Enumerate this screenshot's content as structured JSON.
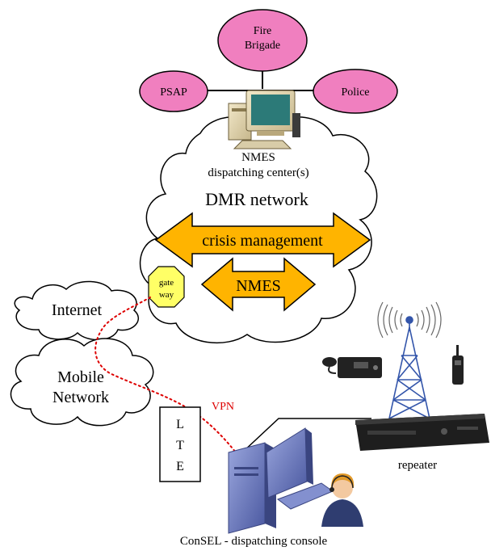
{
  "agencies": {
    "fire": [
      "Fire",
      "Brigade"
    ],
    "psap": "PSAP",
    "police": "Police"
  },
  "dmr_cloud": {
    "center_label": [
      "NMES",
      "dispatching center(s)"
    ],
    "network_label": "DMR network",
    "crisis_arrow": "crisis management",
    "nmes_arrow": "NMES",
    "gateway": [
      "gate",
      "way"
    ]
  },
  "networks": {
    "internet": "Internet",
    "mobile": [
      "Mobile",
      "Network"
    ]
  },
  "lte": [
    "L",
    "T",
    "E"
  ],
  "vpn": "VPN",
  "repeater": "repeater",
  "console": "ConSEL - dispatching console",
  "colors": {
    "agency_fill": "#f07fbf",
    "arrow_fill": "#ffb400",
    "gateway_fill": "#ffff66",
    "vpn_red": "#dd0000",
    "tower_blue": "#3355aa",
    "pc_blue": "#7080c0"
  }
}
